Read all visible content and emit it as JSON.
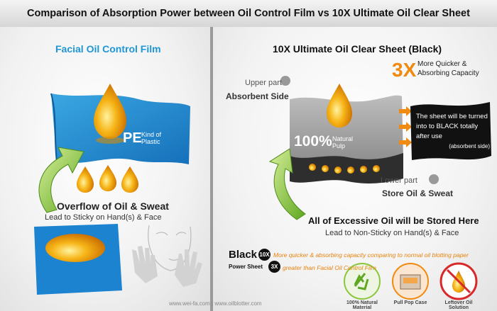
{
  "header": {
    "title": "Comparison of Absorption Power between Oil Control Film vs 10X Ultimate Oil Clear Sheet"
  },
  "left": {
    "title": "Facial Oil Control Film",
    "pe_label": "PE",
    "pe_sub": "Kind of Plastic",
    "overflow_heading": "Overflow of Oil & Sweat",
    "overflow_sub": "Lead to Sticky on Hand(s) & Face"
  },
  "right": {
    "title": "10X Ultimate Oil Clear Sheet (Black)",
    "three_x": "3X",
    "three_x_sub": "More Quicker & Absorbing Capacity",
    "upper_part": "Upper part",
    "absorbent_side": "Absorbent Side",
    "natural_big": "100%",
    "natural_sub": "Natural Pulp",
    "black_sheet_text": "The sheet will be turned into to BLACK totally after use",
    "black_sheet_note": "(absorbent side)",
    "lower_part": "Lower part",
    "store_oil": "Store Oil & Sweat",
    "all_oil": "All of Excessive Oil will be Stored Here",
    "all_oil_sub": "Lead to Non-Sticky on Hand(s) & Face"
  },
  "bottom": {
    "black_label": "Black",
    "power_sheet": "Power Sheet",
    "badge_10x": "10X",
    "badge_3x": "3X",
    "claim_10x": "More quicker & absorbing capacity comparing to normal oil blotting paper",
    "claim_3x": "greater than Facial Oil Control Film",
    "website": "www.wei-fa.com  |  www.oilblotter.com",
    "icons": [
      {
        "icon": "recycle-icon",
        "caption": "100% Natural Material"
      },
      {
        "icon": "case-icon",
        "caption": "Pull Pop Case"
      },
      {
        "icon": "leftover-oil-icon",
        "caption": "Leftover Oil Solution"
      }
    ]
  },
  "colors": {
    "accent_blue": "#1e96d6",
    "oil_gold": "#f2a50c",
    "accent_orange": "#f08a10",
    "green_arrow": "#8cc63f"
  }
}
